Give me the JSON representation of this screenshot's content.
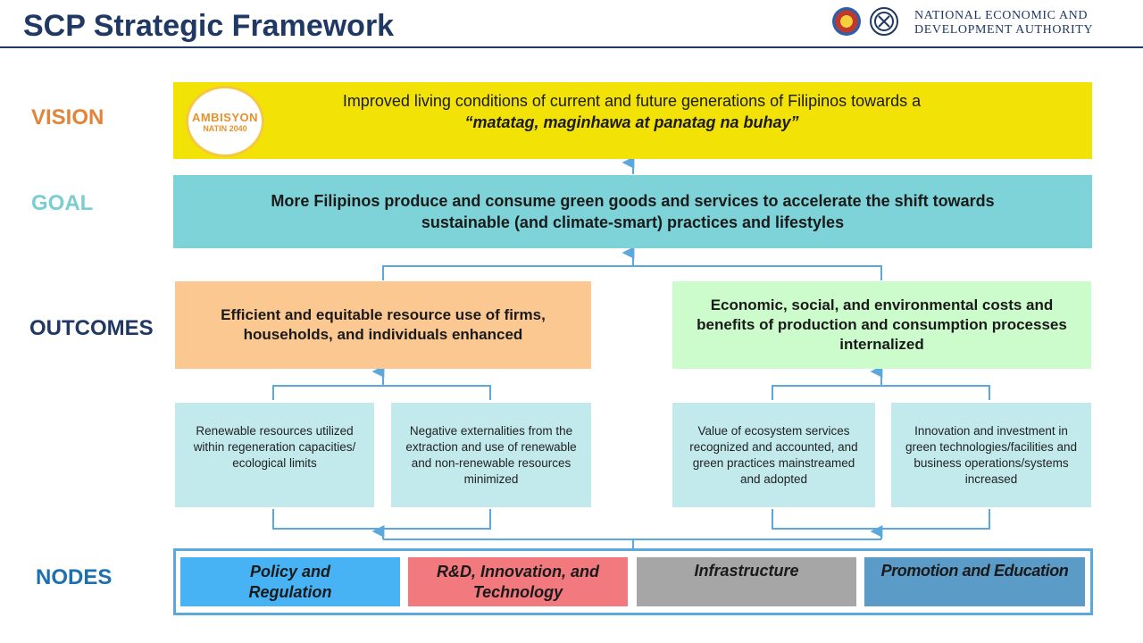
{
  "header": {
    "title": "SCP Strategic Framework",
    "org_line1": "NATIONAL ECONOMIC AND",
    "org_line2": "DEVELOPMENT AUTHORITY"
  },
  "rows": {
    "vision": "VISION",
    "goal": "GOAL",
    "outcomes": "OUTCOMES",
    "nodes": "NODES"
  },
  "vision": {
    "logo_text": "AMBISYON",
    "logo_sub": "NATIN 2040",
    "line1": "Improved living conditions of current and future generations of Filipinos towards a",
    "line2": "“matatag, maginhawa at panatag na buhay”"
  },
  "goal": {
    "line1": "More Filipinos produce and consume green goods and services to accelerate the shift towards",
    "line2": "sustainable (and climate-smart) practices and lifestyles"
  },
  "outcomes": {
    "left": "Efficient and equitable resource use of firms, households, and individuals enhanced",
    "right": "Economic, social, and environmental costs and benefits of production and consumption processes internalized"
  },
  "sub_outcomes": [
    "Renewable resources utilized within regeneration capacities/ ecological limits",
    "Negative externalities from the extraction and use of renewable and non-renewable resources minimized",
    "Value of ecosystem services recognized and accounted, and green practices mainstreamed and adopted",
    "Innovation and investment in green technologies/facilities and business operations/systems increased"
  ],
  "nodes": [
    "Policy and Regulation",
    "R&D, Innovation, and Technology",
    "Infrastructure",
    "Promotion and Education"
  ],
  "colors": {
    "title": "#1f3864",
    "vision_label": "#e2853a",
    "goal_label": "#79cdd3",
    "outcomes_label": "#1f3864",
    "nodes_label": "#1e6fb0",
    "vision_box": "#f2e205",
    "goal_box": "#7dd3d8",
    "outcome_left": "#fbc892",
    "outcome_right": "#ccfccc",
    "sub_box": "#c2eaec",
    "connector": "#5ba8dc",
    "node_policy": "#47b3f5",
    "node_rd": "#f27a7f",
    "node_infra": "#a6a6a6",
    "node_promo": "#5b9bc8"
  }
}
